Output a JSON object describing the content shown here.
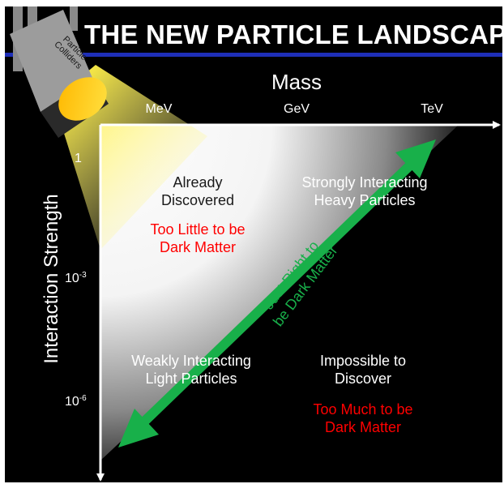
{
  "title": "THE NEW PARTICLE LANDSCAPE",
  "colors": {
    "title_bar_line": "#1e2fb8",
    "highlight": "#18b04a",
    "warning": "#ff0000",
    "spotlight": "#ffd700"
  },
  "icons": {
    "spotlight": "stage-spotlight-icon",
    "arrow": "double-headed-arrow-icon"
  },
  "collider_label": [
    "Particle",
    "Colliders"
  ],
  "x_axis": {
    "title": "Mass",
    "ticks": [
      "MeV",
      "GeV",
      "TeV"
    ]
  },
  "y_axis": {
    "title": "Interaction Strength",
    "ticks": [
      "1",
      "10",
      "10"
    ],
    "exponents": [
      "",
      "-3",
      "-6"
    ]
  },
  "regions": {
    "top_left": {
      "lines": [
        "Already",
        "Discovered"
      ],
      "note": [
        "Too Little to be",
        "Dark Matter"
      ]
    },
    "top_right": {
      "lines": [
        "Strongly Interacting",
        "Heavy Particles"
      ]
    },
    "bottom_left": {
      "lines": [
        "Weakly Interacting",
        "Light Particles"
      ]
    },
    "bottom_right": {
      "lines": [
        "Impossible to",
        "Discover"
      ],
      "note": [
        "Too Much to be",
        "Dark Matter"
      ]
    }
  },
  "diagonal_label": [
    "Just Right to",
    "be Dark Matter"
  ]
}
